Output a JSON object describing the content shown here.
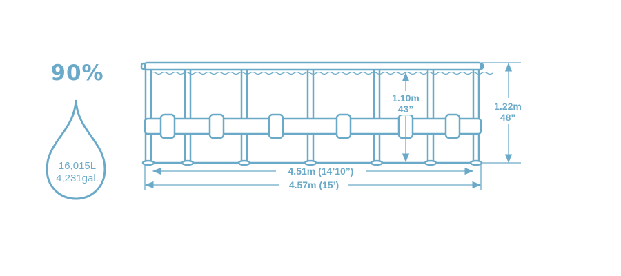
{
  "fill_percent_label": "90%",
  "volume_liters": "16,015L",
  "volume_gallons": "4,231gal.",
  "dimensions": {
    "inner_diameter": "4.51m (14’10”)",
    "outer_diameter": "4.57m (15’)",
    "water_depth_m": "1.10m",
    "water_depth_in": "43”",
    "pool_height_m": "1.22m",
    "pool_height_in": "48\""
  },
  "colors": {
    "line": "#6aaac8"
  }
}
